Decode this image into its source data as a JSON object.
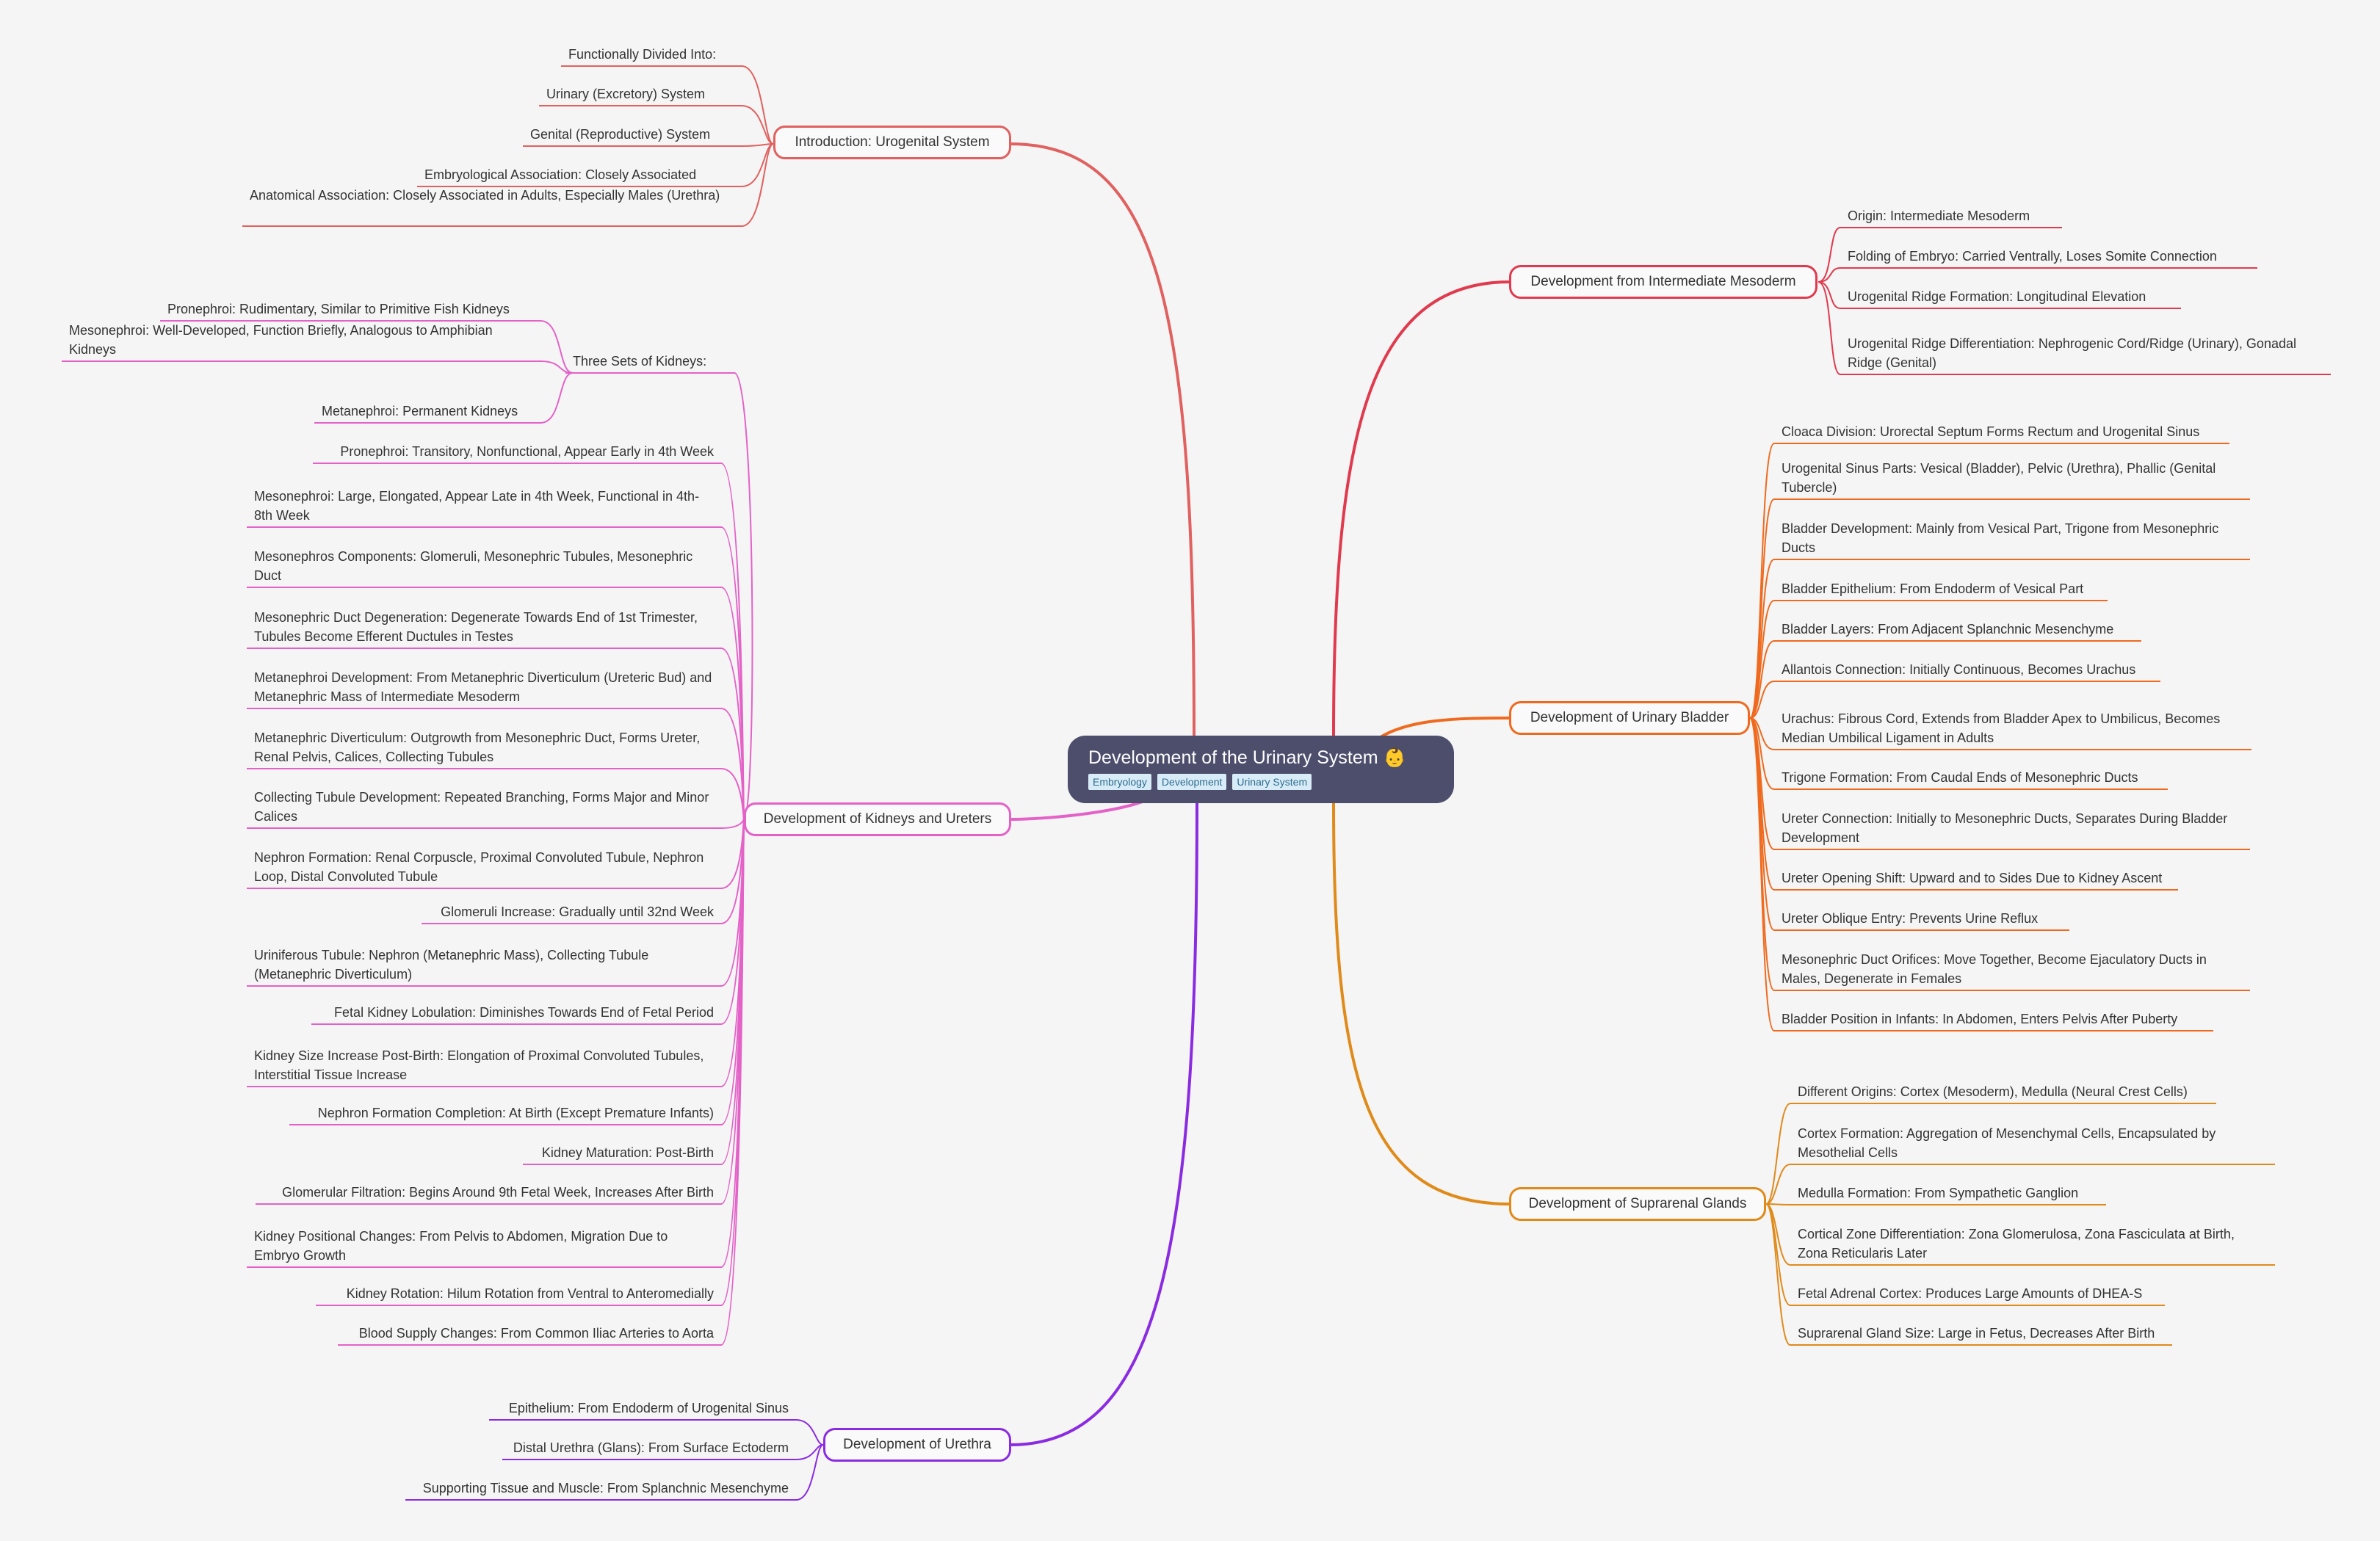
{
  "root": {
    "title": "Development of the Urinary System 👶",
    "tags": [
      "Embryology",
      "Development",
      "Urinary System"
    ]
  },
  "branches": {
    "intro": {
      "label": "Introduction: Urogenital System",
      "color": "#e0615f",
      "items": [
        "Functionally Divided Into:",
        "Urinary (Excretory) System",
        "Genital (Reproductive) System",
        "Embryological Association: Closely Associated",
        "Anatomical Association: Closely Associated in Adults, Especially Males (Urethra)"
      ]
    },
    "kidneys": {
      "label": "Development of Kidneys and Ureters",
      "color": "#e462c8",
      "sub": {
        "label": "Three Sets of Kidneys:",
        "items": [
          "Pronephroi: Rudimentary, Similar to Primitive Fish Kidneys",
          "Mesonephroi: Well-Developed, Function Briefly, Analogous to Amphibian Kidneys",
          "Metanephroi: Permanent Kidneys"
        ]
      },
      "items": [
        "Pronephroi: Transitory, Nonfunctional, Appear Early in 4th Week",
        "Mesonephroi: Large, Elongated, Appear Late in 4th Week, Functional in 4th-8th Week",
        "Mesonephros Components: Glomeruli, Mesonephric Tubules, Mesonephric Duct",
        "Mesonephric Duct Degeneration: Degenerate Towards End of 1st Trimester, Tubules Become Efferent Ductules in Testes",
        "Metanephroi Development: From Metanephric Diverticulum (Ureteric Bud) and Metanephric Mass of Intermediate Mesoderm",
        "Metanephric Diverticulum: Outgrowth from Mesonephric Duct, Forms Ureter, Renal Pelvis, Calices, Collecting Tubules",
        "Collecting Tubule Development: Repeated Branching, Forms Major and Minor Calices",
        "Nephron Formation: Renal Corpuscle, Proximal Convoluted Tubule, Nephron Loop, Distal Convoluted Tubule",
        "Glomeruli Increase: Gradually until 32nd Week",
        "Uriniferous Tubule: Nephron (Metanephric Mass), Collecting Tubule (Metanephric Diverticulum)",
        "Fetal Kidney Lobulation: Diminishes Towards End of Fetal Period",
        "Kidney Size Increase Post-Birth: Elongation of Proximal Convoluted Tubules, Interstitial Tissue Increase",
        "Nephron Formation Completion: At Birth (Except Premature Infants)",
        "Kidney Maturation: Post-Birth",
        "Glomerular Filtration: Begins Around 9th Fetal Week, Increases After Birth",
        "Kidney Positional Changes: From Pelvis to Abdomen, Migration Due to Embryo Growth",
        "Kidney Rotation: Hilum Rotation from Ventral to Anteromedially",
        "Blood Supply Changes: From Common Iliac Arteries to Aorta"
      ]
    },
    "urethra": {
      "label": "Development of Urethra",
      "color": "#8a2be2",
      "items": [
        "Epithelium: From Endoderm of Urogenital Sinus",
        "Distal Urethra (Glans): From Surface Ectoderm",
        "Supporting Tissue and Muscle: From Splanchnic Mesenchyme"
      ]
    },
    "mesoderm": {
      "label": "Development from Intermediate Mesoderm",
      "color": "#e03a4e",
      "items": [
        "Origin: Intermediate Mesoderm",
        "Folding of Embryo: Carried Ventrally, Loses Somite Connection",
        "Urogenital Ridge Formation: Longitudinal Elevation",
        "Urogenital Ridge Differentiation: Nephrogenic Cord/Ridge (Urinary), Gonadal Ridge (Genital)"
      ]
    },
    "bladder": {
      "label": "Development of Urinary Bladder",
      "color": "#ef6a1e",
      "items": [
        "Cloaca Division: Urorectal Septum Forms Rectum and Urogenital Sinus",
        "Urogenital Sinus Parts: Vesical (Bladder), Pelvic (Urethra), Phallic (Genital Tubercle)",
        "Bladder Development: Mainly from Vesical Part, Trigone from Mesonephric Ducts",
        "Bladder Epithelium: From Endoderm of Vesical Part",
        "Bladder Layers: From Adjacent Splanchnic Mesenchyme",
        "Allantois Connection: Initially Continuous, Becomes Urachus",
        "Urachus: Fibrous Cord, Extends from Bladder Apex to Umbilicus, Becomes Median Umbilical Ligament in Adults",
        "Trigone Formation: From Caudal Ends of Mesonephric Ducts",
        "Ureter Connection: Initially to Mesonephric Ducts, Separates During Bladder Development",
        "Ureter Opening Shift: Upward and to Sides Due to Kidney Ascent",
        "Ureter Oblique Entry: Prevents Urine Reflux",
        "Mesonephric Duct Orifices: Move Together, Become Ejaculatory Ducts in Males, Degenerate in Females",
        "Bladder Position in Infants: In Abdomen, Enters Pelvis After Puberty"
      ]
    },
    "suprarenal": {
      "label": "Development of Suprarenal Glands",
      "color": "#e08a1a",
      "items": [
        "Different Origins: Cortex (Mesoderm), Medulla (Neural Crest Cells)",
        "Cortex Formation: Aggregation of Mesenchymal Cells, Encapsulated by Mesothelial Cells",
        "Medulla Formation: From Sympathetic Ganglion",
        "Cortical Zone Differentiation: Zona Glomerulosa, Zona Fasciculata at Birth, Zona Reticularis Later",
        "Fetal Adrenal Cortex: Produces Large Amounts of DHEA-S",
        "Suprarenal Gland Size: Large in Fetus, Decreases After Birth"
      ]
    }
  }
}
